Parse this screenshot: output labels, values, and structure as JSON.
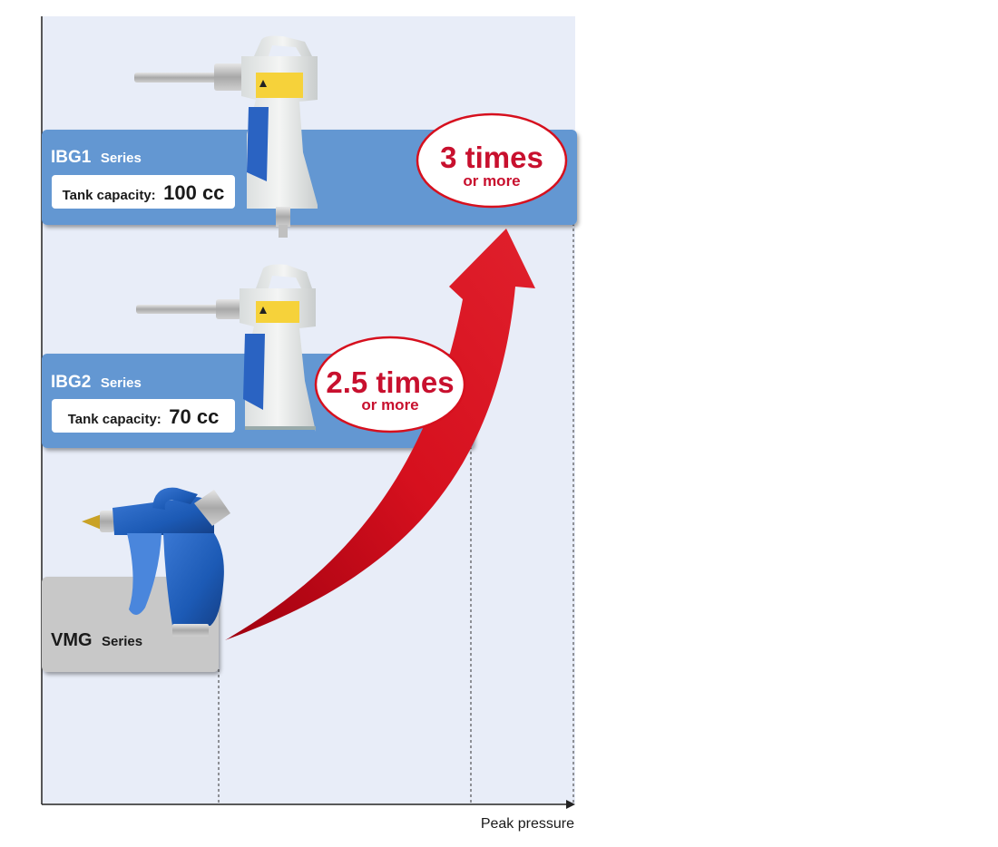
{
  "axis": {
    "x_label": "Peak pressure"
  },
  "products": [
    {
      "id": "vmg",
      "name": "VMG",
      "suffix": "Series",
      "tank_label": "",
      "tank_value": "",
      "ratio_main": "",
      "ratio_sub": "",
      "relative_peak_pressure": 1.0,
      "icon": "blue-blow-gun-icon"
    },
    {
      "id": "ibg2",
      "name": "IBG2",
      "suffix": "Series",
      "tank_label": "Tank capacity:",
      "tank_value": "70 cc",
      "ratio_main": "2.5 times",
      "ratio_sub": "or more",
      "relative_peak_pressure": 2.5,
      "icon": "white-impact-blow-gun-icon"
    },
    {
      "id": "ibg1",
      "name": "IBG1",
      "suffix": "Series",
      "tank_label": "Tank capacity:",
      "tank_value": "100 cc",
      "ratio_main": "3 times",
      "ratio_sub": "or more",
      "relative_peak_pressure": 3.0,
      "icon": "white-impact-blow-gun-icon"
    }
  ],
  "colors": {
    "plot_background": "#e8edf8",
    "ibg_panel": "#6497d2",
    "vmg_panel": "#c8c8c8",
    "accent_red": "#d6101e",
    "ratio_text": "#c8102e",
    "vmg_gun": "#1c5ab5"
  }
}
